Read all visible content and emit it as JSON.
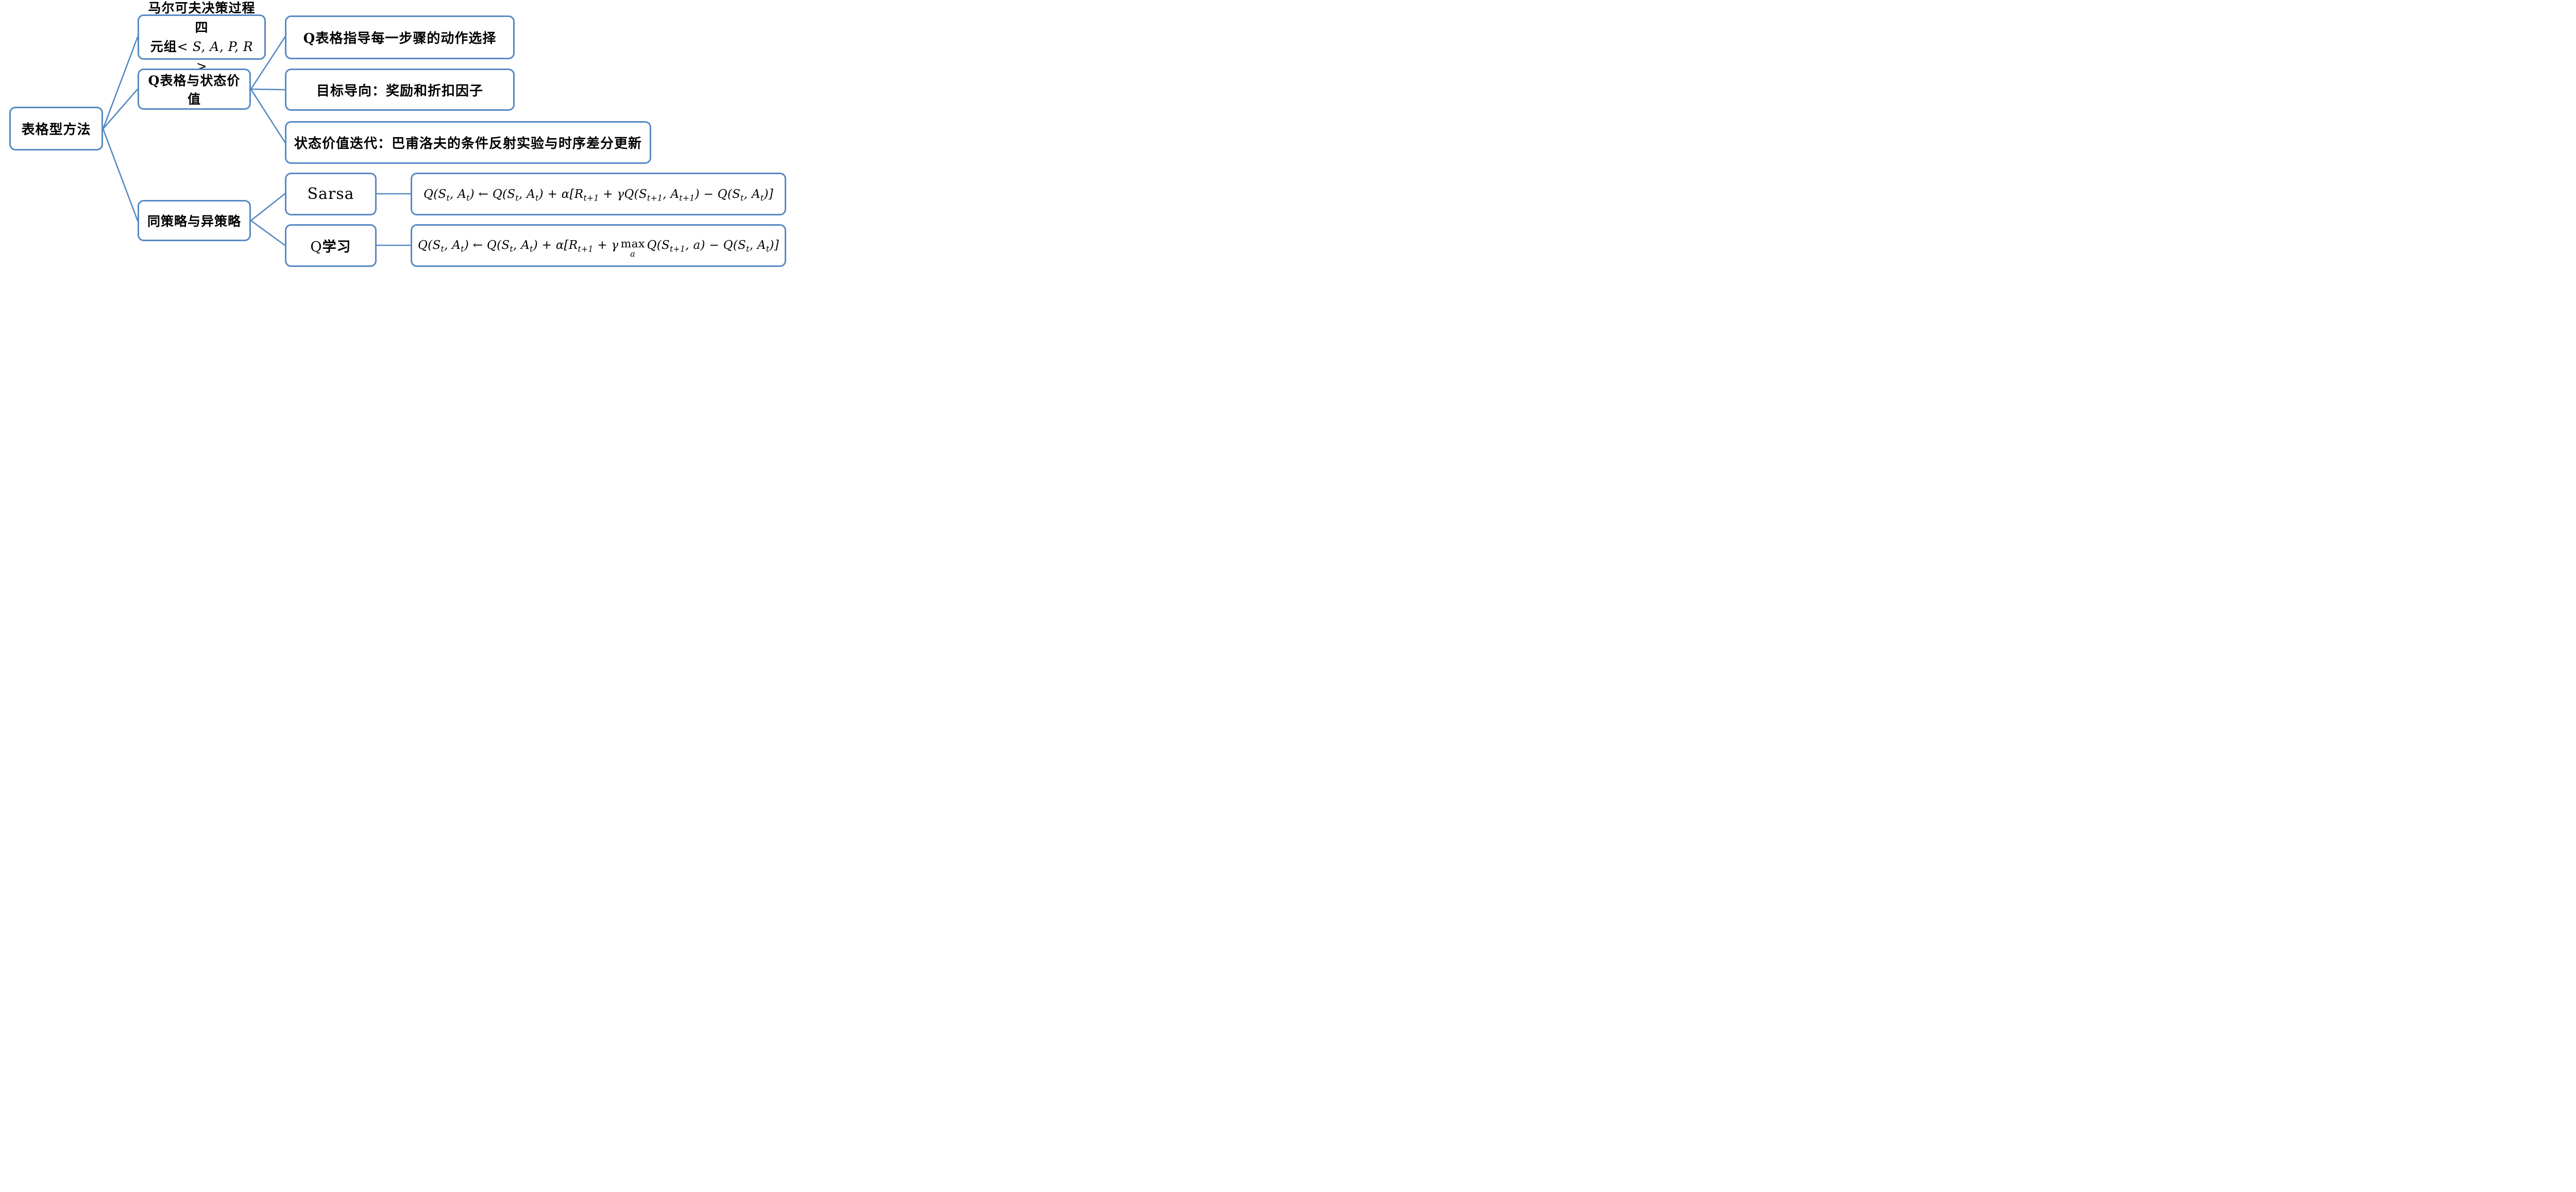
{
  "diagram": {
    "colors": {
      "node_border": "#5689C2",
      "connector": "#5689C2",
      "text": "#000000",
      "background": "#FFFFFF"
    },
    "root": {
      "label": "表格型方法"
    },
    "mdp": {
      "line1": "马尔可夫决策过程四",
      "line2_prefix": "元组",
      "line2_math": "< S, A, P, R >"
    },
    "qtable": {
      "label": "Q表格与状态价值"
    },
    "policy": {
      "label": "同策略与异策略"
    },
    "qtable_children": [
      {
        "label": "Q表格指导每一步骤的动作选择"
      },
      {
        "label": "目标导向：奖励和折扣因子"
      },
      {
        "label": "状态价值迭代：巴甫洛夫的条件反射实验与时序差分更新"
      }
    ],
    "policy_children": [
      {
        "label": "Sarsa",
        "formula": "Q(S_{t}, A_{t}) ← Q(S_{t}, A_{t}) + α[R_{t+1} + γQ(S_{t+1}, A_{t+1}) − Q(S_{t}, A_{t})]"
      },
      {
        "label_latin": "Q",
        "label_zh": "学习",
        "formula_pre": "Q(S_{t}, A_{t}) ← Q(S_{t}, A_{t}) + α[R_{t+1} + γ",
        "max_label": "max",
        "max_subscript": "a",
        "formula_post": "Q(S_{t+1}, a) − Q(S_{t}, A_{t})]"
      }
    ]
  }
}
